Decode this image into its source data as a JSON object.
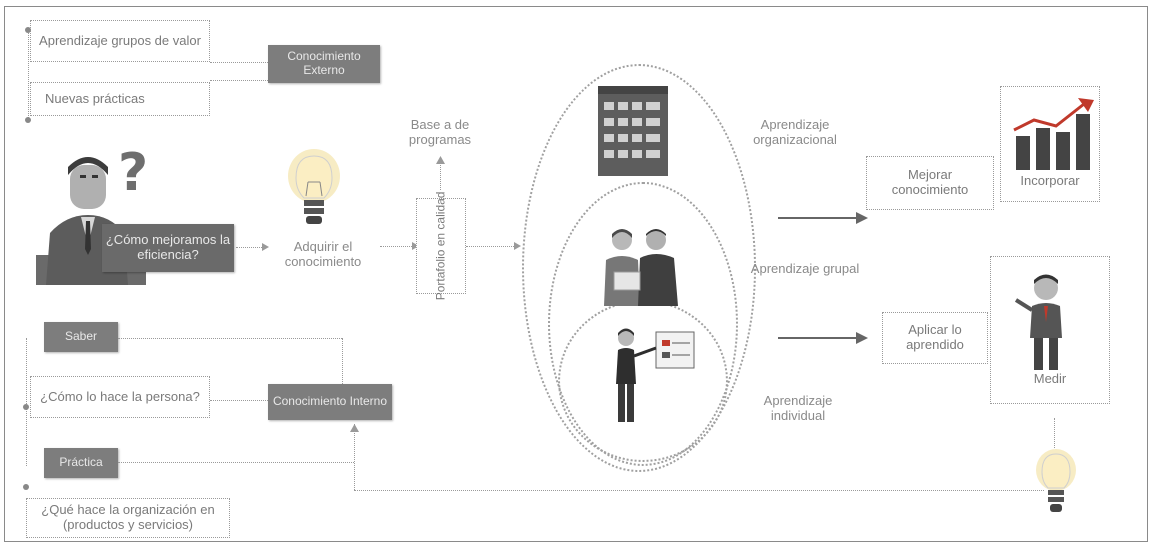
{
  "labels": {
    "new_groups": "Aprendizaje grupos de valor",
    "new_practices": "Nuevas prácticas",
    "external_knowledge": "Conocimiento Externo",
    "new_questions": "¿Cómo mejoramos la eficiencia?",
    "acquire_knowledge": "Adquirir el conocimiento",
    "base_programs": "Base a de programas",
    "vertical_box": "Portafolio en calidad",
    "org_learning": "Aprendizaje organizacional",
    "group_learning": "Aprendizaje grupal",
    "individual_learning": "Aprendizaje individual",
    "improve_knowledge": "Mejorar conocimiento",
    "incorporate": "Incorporar",
    "apply_learning": "Aplicar lo aprendido",
    "measure": "Medir",
    "know": "Saber",
    "how_to_do": "¿Cómo lo hace la persona?",
    "internal_knowledge": "Conocimiento Interno",
    "practice": "Práctica",
    "what_org_does": "¿Qué hace la organización en (productos y servicios)"
  },
  "colors": {
    "dark_box": "#7d7d7d",
    "lines": "#9a9a9a",
    "red_accent": "#c0392b",
    "bulb_yellow": "#f0d98a"
  },
  "icons": [
    "question-person-icon",
    "lightbulb-icon",
    "building-icon",
    "group-people-icon",
    "presenter-icon",
    "bar-chart-up-icon",
    "waving-person-icon",
    "lightbulb-small-icon"
  ]
}
